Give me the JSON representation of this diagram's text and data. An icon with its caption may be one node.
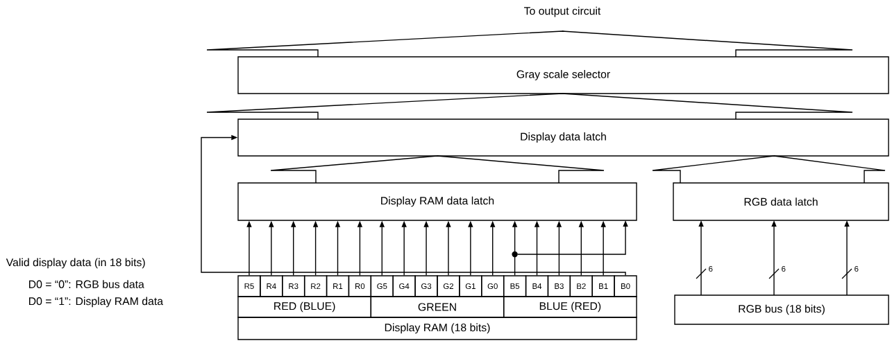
{
  "diagram": {
    "nodes": [
      {
        "text": [
          "To output circuit"
        ]
      },
      {
        "text": [
          "Gray scale selector"
        ]
      },
      {
        "text": [
          "Display data latch"
        ]
      },
      {
        "text": [
          "Display RAM data latch"
        ]
      },
      {
        "text": [
          "RGB data latch"
        ]
      },
      {
        "text": [
          "R5"
        ]
      },
      {
        "text": [
          "R4"
        ]
      },
      {
        "text": [
          "R3"
        ]
      },
      {
        "text": [
          "R2"
        ]
      },
      {
        "text": [
          "R1"
        ]
      },
      {
        "text": [
          "R0"
        ]
      },
      {
        "text": [
          "G5"
        ]
      },
      {
        "text": [
          "G4"
        ]
      },
      {
        "text": [
          "G3"
        ]
      },
      {
        "text": [
          "G2"
        ]
      },
      {
        "text": [
          "G1"
        ]
      },
      {
        "text": [
          "G0"
        ]
      },
      {
        "text": [
          "B5"
        ]
      },
      {
        "text": [
          "B4"
        ]
      },
      {
        "text": [
          "B3"
        ]
      },
      {
        "text": [
          "B2"
        ]
      },
      {
        "text": [
          "B1"
        ]
      },
      {
        "text": [
          "B0"
        ]
      },
      {
        "text": [
          "RED (BLUE)"
        ]
      },
      {
        "text": [
          "GREEN"
        ]
      },
      {
        "text": [
          "BLUE (RED)"
        ]
      },
      {
        "text": [
          "Display RAM (18 bits)"
        ]
      },
      {
        "text": [
          "RGB bus (18 bits)"
        ]
      },
      {
        "text": [],
        "shape": "circle"
      }
    ],
    "edges": [
      {
        "from": 1,
        "to": 0,
        "arrow": "none"
      },
      {
        "from": 2,
        "to": 1,
        "arrow": "none"
      },
      {
        "from": 3,
        "to": 2,
        "arrow": "none"
      },
      {
        "from": 4,
        "to": 2,
        "arrow": "none"
      },
      {
        "from": 5,
        "to": 3,
        "arrow": "to"
      },
      {
        "from": 6,
        "to": 3,
        "arrow": "to"
      },
      {
        "from": 7,
        "to": 3,
        "arrow": "to"
      },
      {
        "from": 8,
        "to": 3,
        "arrow": "to"
      },
      {
        "from": 9,
        "to": 3,
        "arrow": "to"
      },
      {
        "from": 10,
        "to": 3,
        "arrow": "to"
      },
      {
        "from": 11,
        "to": 3,
        "arrow": "to"
      },
      {
        "from": 12,
        "to": 3,
        "arrow": "to"
      },
      {
        "from": 13,
        "to": 3,
        "arrow": "to"
      },
      {
        "from": 14,
        "to": 3,
        "arrow": "to"
      },
      {
        "from": 15,
        "to": 3,
        "arrow": "to"
      },
      {
        "from": 16,
        "to": 3,
        "arrow": "to"
      },
      {
        "from": 17,
        "to": 3,
        "arrow": "to"
      },
      {
        "from": 18,
        "to": 3,
        "arrow": "to"
      },
      {
        "from": 19,
        "to": 3,
        "arrow": "to"
      },
      {
        "from": 20,
        "to": 3,
        "arrow": "to"
      },
      {
        "from": 21,
        "to": 3,
        "arrow": "to"
      },
      {
        "from": 28,
        "to": 3,
        "arrow": "to"
      },
      {
        "from": 22,
        "to": 2,
        "arrow": "to"
      },
      {
        "from": 27,
        "to": 4,
        "arrow": "to",
        "label": "6"
      },
      {
        "from": 27,
        "to": 4,
        "arrow": "to",
        "label": "6"
      },
      {
        "from": 27,
        "to": 4,
        "arrow": "to",
        "label": "6"
      }
    ],
    "labels": [
      "Valid display data (in 18 bits)",
      "D0 = “0”: RGB bus data",
      "D0 = “1”: Display RAM data"
    ]
  }
}
